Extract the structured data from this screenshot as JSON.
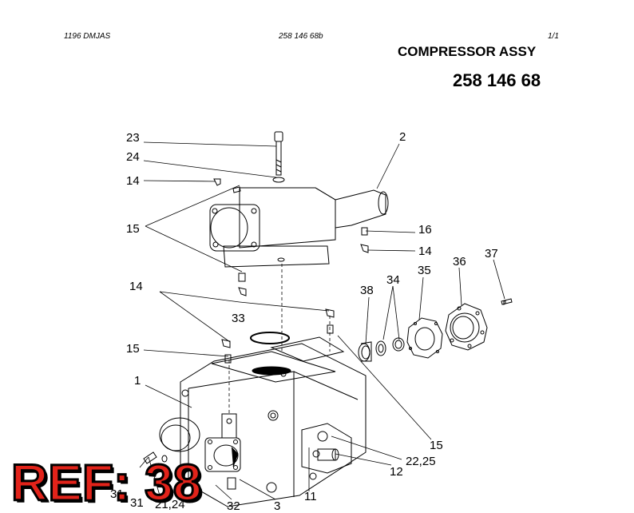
{
  "header": {
    "left": "1196 DMJAS",
    "center": "258 146 68b",
    "right": "1/1"
  },
  "title": "COMPRESSOR ASSY",
  "part_number": "258 146 68",
  "callouts": [
    "23",
    "24",
    "14",
    "15",
    "14",
    "33",
    "15",
    "1",
    "31",
    "31",
    "21,24",
    "32",
    "3",
    "11",
    "12",
    "22,25",
    "15",
    "38",
    "34",
    "35",
    "36",
    "37",
    "16",
    "14",
    "2"
  ],
  "stamp": "REF: 38"
}
